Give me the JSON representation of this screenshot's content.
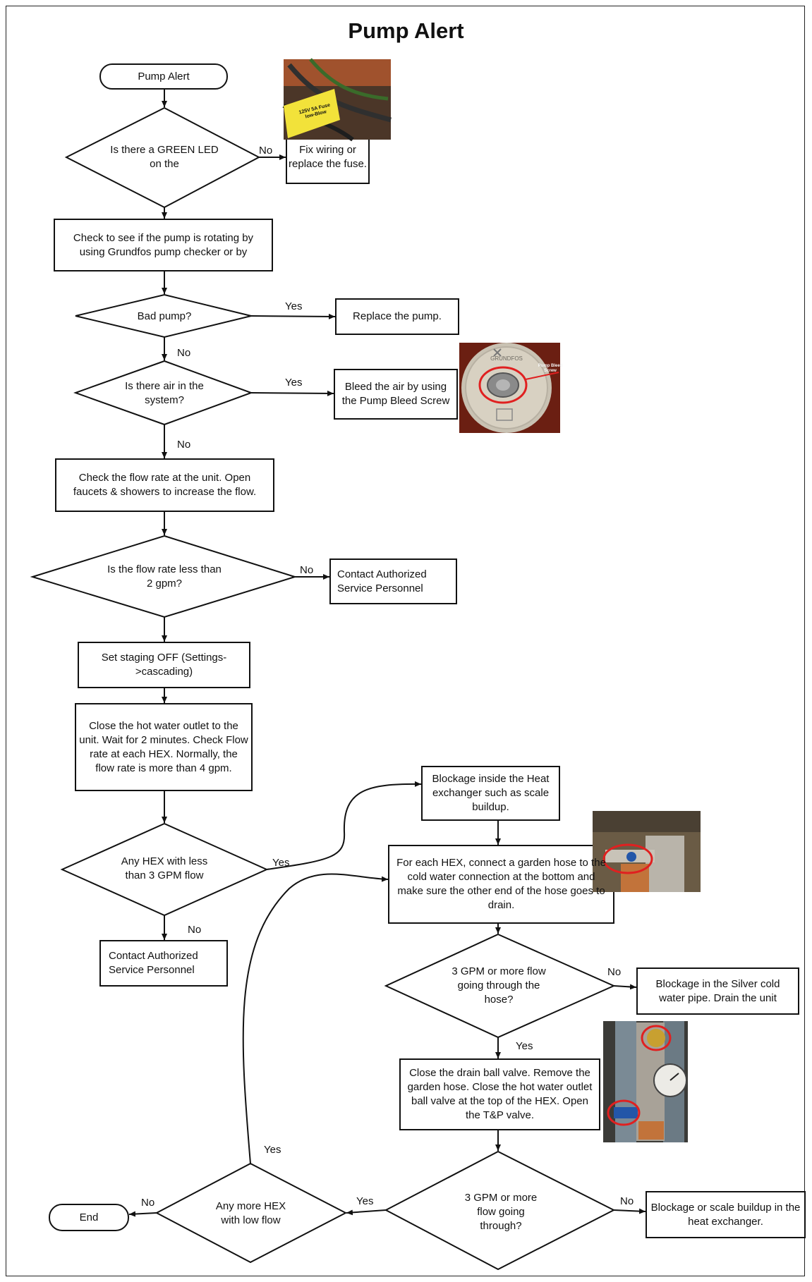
{
  "title": "Pump Alert",
  "nodes": {
    "start": "Pump Alert",
    "green_led_q": "Is there a GREEN LED on the",
    "fix_wiring": "Fix wiring or replace the fuse.",
    "check_rotating": "Check to see if the pump is rotating by using Grundfos pump checker or by",
    "bad_pump_q": "Bad pump?",
    "replace_pump": "Replace the pump.",
    "air_q": "Is there air in the system?",
    "bleed_air": "Bleed the air by using the Pump Bleed Screw",
    "check_flow": "Check the flow rate at the unit. Open faucets & showers to increase the flow.",
    "flow_less_2_q": "Is the flow rate less than 2 gpm?",
    "contact_1": "Contact Authorized Service Personnel",
    "staging_off": "Set staging OFF (Settings->cascading)",
    "close_outlet": "Close the hot water outlet to the unit. Wait for 2 minutes. Check Flow rate at each HEX. Normally, the flow rate is more than 4 gpm.",
    "hex_less_3_q": "Any HEX with less than 3 GPM flow",
    "contact_2": "Contact Authorized Service Personnel",
    "blockage_inside": "Blockage inside the Heat exchanger such as scale buildup.",
    "garden_hose": "For each HEX, connect a garden hose to the cold water connection at the bottom and make sure the other end of the hose goes to drain.",
    "hose_3gpm_q": "3 GPM or more flow going through the hose?",
    "silver_pipe": "Blockage in the Silver cold water pipe. Drain the unit",
    "close_drain": "Close the drain ball valve. Remove the garden hose. Close the hot water outlet ball valve at the top of the HEX. Open the T&P valve.",
    "flow_3gpm_q": "3 GPM or more flow going through?",
    "scale_buildup": "Blockage or scale buildup in the heat exchanger.",
    "more_hex_q": "Any more HEX with low flow",
    "end": "End"
  },
  "labels": {
    "no": "No",
    "yes": "Yes"
  },
  "photos": {
    "fuse_label": "125V 5A Fuse low-Blow",
    "pump_brand": "GRUNDFOS",
    "bleed_callout": "Pump Bleed Screw"
  },
  "colors": {
    "line": "#111111",
    "highlight_circle": "#e02020",
    "fuse_tag": "#f2e23a"
  }
}
